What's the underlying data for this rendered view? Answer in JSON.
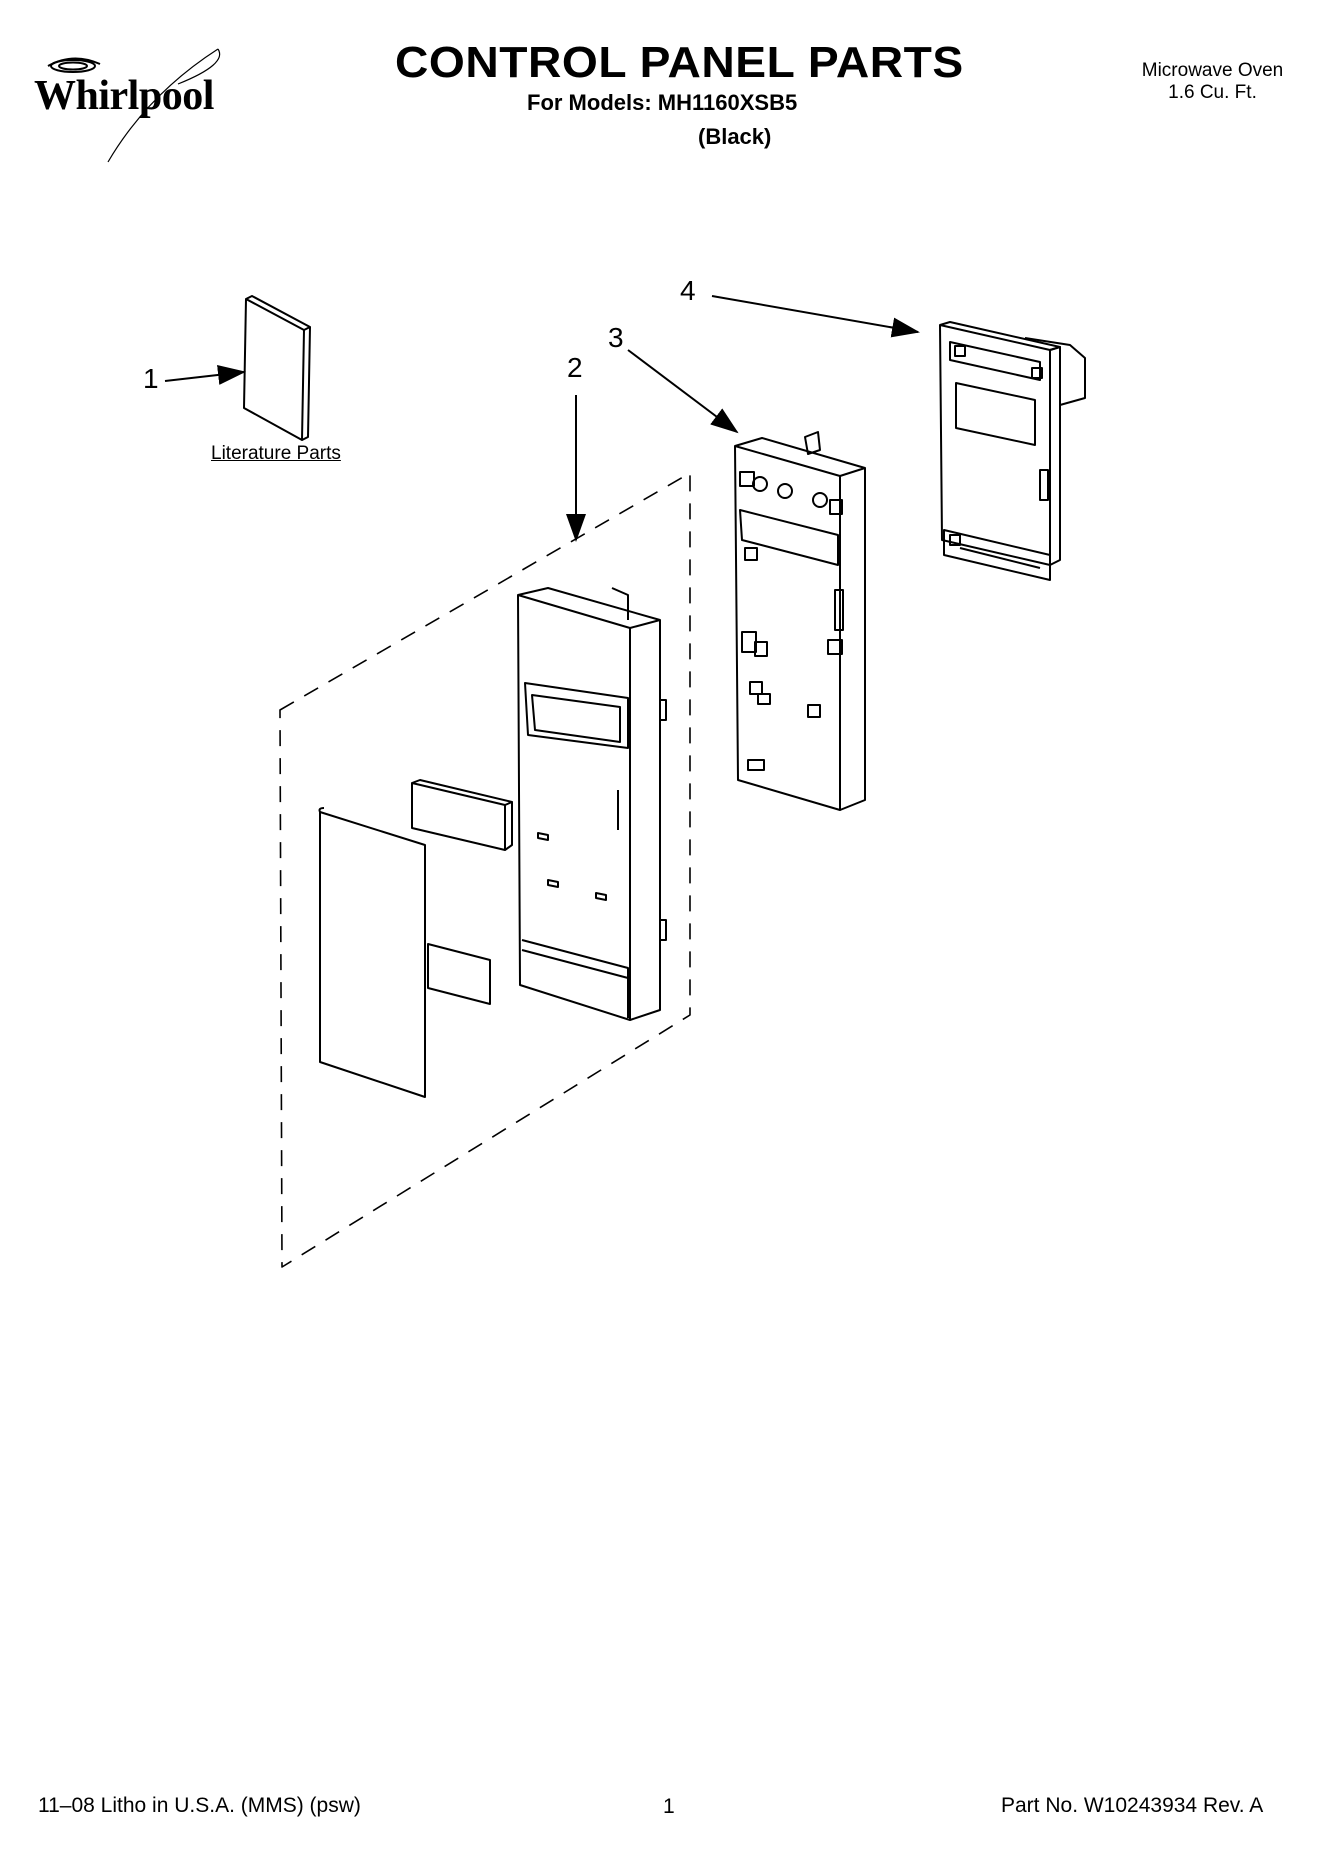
{
  "header": {
    "brand": "Whirlpool",
    "title": "CONTROL PANEL PARTS",
    "models": "For Models: MH1160XSB5",
    "variant": "(Black)",
    "product_line1": "Microwave Oven",
    "product_line2": "1.6 Cu. Ft."
  },
  "callouts": [
    "1",
    "2",
    "3",
    "4"
  ],
  "literature_label": "Literature Parts",
  "footer": {
    "left": "11–08 Litho in U.S.A. (MMS) (psw)",
    "page": "1",
    "right": "Part No. W10243934 Rev. A"
  }
}
